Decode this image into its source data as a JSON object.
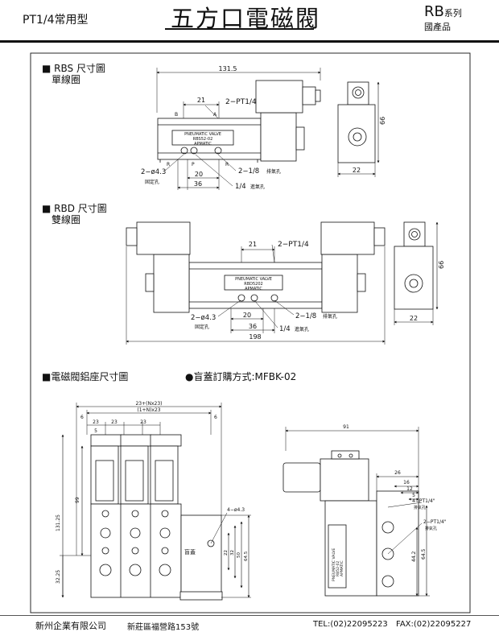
{
  "header": {
    "series": "PT1/4常用型",
    "title": "五方口電磁閥",
    "model": "RB",
    "model_suffix": "系列",
    "origin": "國產品"
  },
  "rbs": {
    "title": "■ RBS  尺寸圖",
    "subtitle": "單線圈",
    "dim_width": "131.5",
    "dim_21": "21",
    "port_pt": "2−PT1/4",
    "label_b": "B",
    "label_a": "A",
    "plate_line1": "PNEUMATIC VALVE",
    "plate_line2": "RBS52-02",
    "plate_line3": "APMATIC",
    "label_r1": "R",
    "label_p": "P",
    "label_r2": "R",
    "mount": "2−ø4.3",
    "mount_note": "固定孔",
    "dim_20": "20",
    "dim_36": "36",
    "exhaust": "2−1/8",
    "exhaust_note": "排氣孔",
    "inlet": "1/4",
    "inlet_note": "進氣孔",
    "dim_66": "66",
    "dim_22": "22"
  },
  "rbd": {
    "title": "■ RBD  尺寸圖",
    "subtitle": "雙線圈",
    "dim_21": "21",
    "port_pt": "2−PT1/4",
    "plate_line1": "PNEUMATIC VALVE",
    "plate_line2": "RBD5202",
    "plate_line3": "APMATIC",
    "mount": "2−ø4.3",
    "mount_note": "固定孔",
    "dim_20": "20",
    "dim_36": "36",
    "exhaust": "2−1/8",
    "exhaust_note": "排氣孔",
    "inlet": "1/4",
    "inlet_note": "進氣孔",
    "dim_198": "198",
    "dim_66": "66",
    "dim_22": "22"
  },
  "base": {
    "title": "■電磁閥鋁座尺寸圖",
    "cover_title": "●盲蓋訂購方式:MFBK-02",
    "dim_23n23": "23+(Nx23)",
    "dim_1n23": "(1+N)x23",
    "dim_6a": "6",
    "dim_6b": "6",
    "dim_23a": "23",
    "dim_23b": "23",
    "dim_23c": "23",
    "dim_5": "5",
    "dim_99": "99",
    "dim_13125": "131.25",
    "dim_3225": "32.25",
    "mount": "4−ø4.3",
    "blind_label": "盲蓋",
    "dim_22": "22",
    "dim_32": "32",
    "dim_50": "50",
    "dim_645": "64.5",
    "side_dim_91": "91",
    "side_dim_26": "26",
    "side_dim_16": "16",
    "side_dim_12": "12",
    "side_dim_5": "5",
    "side_port1": "4−PT1/4\"",
    "side_port1_note": "排氣孔",
    "side_port2": "2−PT1/4\"",
    "side_port2_note": "排氣孔",
    "side_dim_442": "44.2",
    "side_dim_645": "64.5",
    "side_plate_line1": "PNEUMATIC VALVE",
    "side_plate_line2": "RB52-02",
    "side_plate_line3": "APMATIC"
  },
  "footer": {
    "company": "新州企業有限公司",
    "address": "新莊區福營路153號",
    "tel": "TEL:(02)22095223",
    "fax": "FAX:(02)22095227"
  }
}
